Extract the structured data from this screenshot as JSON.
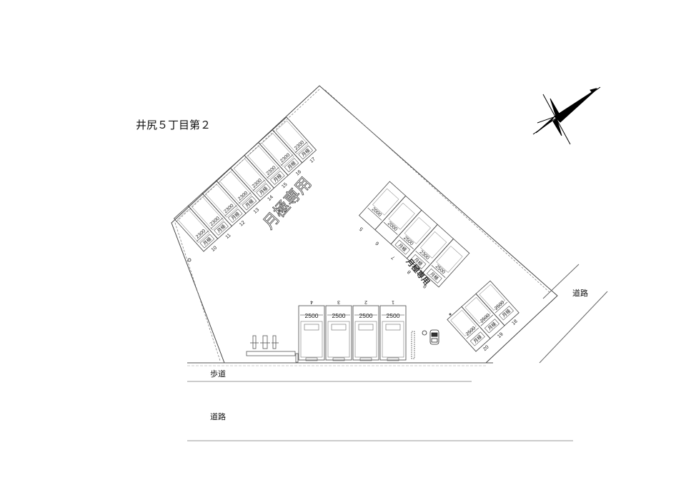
{
  "title": "井尻５丁目第２",
  "labels": {
    "road_right": "道路",
    "sidewalk": "歩道",
    "road_bottom": "道路",
    "monthly_upper": "月極専用",
    "monthly_right": "月極専用"
  },
  "stall_tag": "月極",
  "spaces_bottom": [
    {
      "no": "4",
      "width": "2500"
    },
    {
      "no": "3",
      "width": "2500"
    },
    {
      "no": "2",
      "width": "2500"
    },
    {
      "no": "1",
      "width": "2500"
    }
  ],
  "spaces_upper": [
    {
      "no": "10",
      "width": "2300"
    },
    {
      "no": "11",
      "width": "2300"
    },
    {
      "no": "12",
      "width": "2300"
    },
    {
      "no": "13",
      "width": "2300"
    },
    {
      "no": "14",
      "width": "2300"
    },
    {
      "no": "15",
      "width": "2300"
    },
    {
      "no": "16",
      "width": "2300"
    },
    {
      "no": "17",
      "width": "2300"
    }
  ],
  "spaces_right": [
    {
      "no": "5",
      "width": "2000"
    },
    {
      "no": "6",
      "width": "2000"
    },
    {
      "no": "7",
      "width": "2500"
    },
    {
      "no": "8",
      "width": "2300"
    },
    {
      "no": "9",
      "width": "2500"
    }
  ],
  "spaces_corner": [
    {
      "no": "18",
      "width": "2500"
    },
    {
      "no": "19",
      "width": "2500"
    },
    {
      "no": "20",
      "width": "2500"
    }
  ]
}
